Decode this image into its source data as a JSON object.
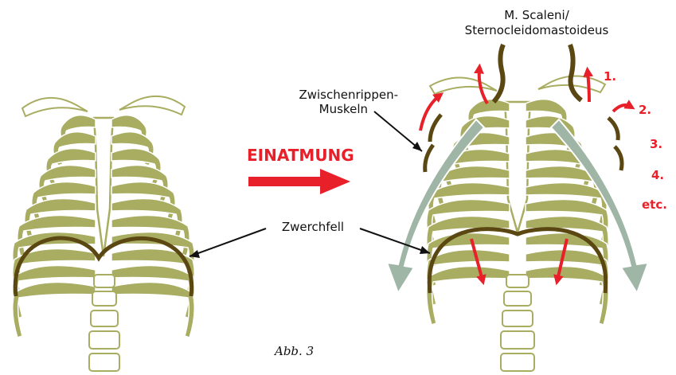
{
  "figure": {
    "heading": "EINATMUNG",
    "caption": "Abb. 3",
    "labels": {
      "scaleni_line1": "M. Scaleni/",
      "scaleni_line2": "Sternocleidomastoideus",
      "intercostal_line1": "Zwischenrippen-",
      "intercostal_line2": "Muskeln",
      "diaphragm": "Zwerchfell"
    },
    "steps": [
      "1.",
      "2.",
      "3.",
      "4.",
      "etc."
    ],
    "colors": {
      "rib_fill": "#a9ad62",
      "rib_outline": "#ffffff",
      "muscle": "#5a4712",
      "arrow_red": "#e8202a",
      "arrow_sage": "#9fb5a6"
    }
  }
}
